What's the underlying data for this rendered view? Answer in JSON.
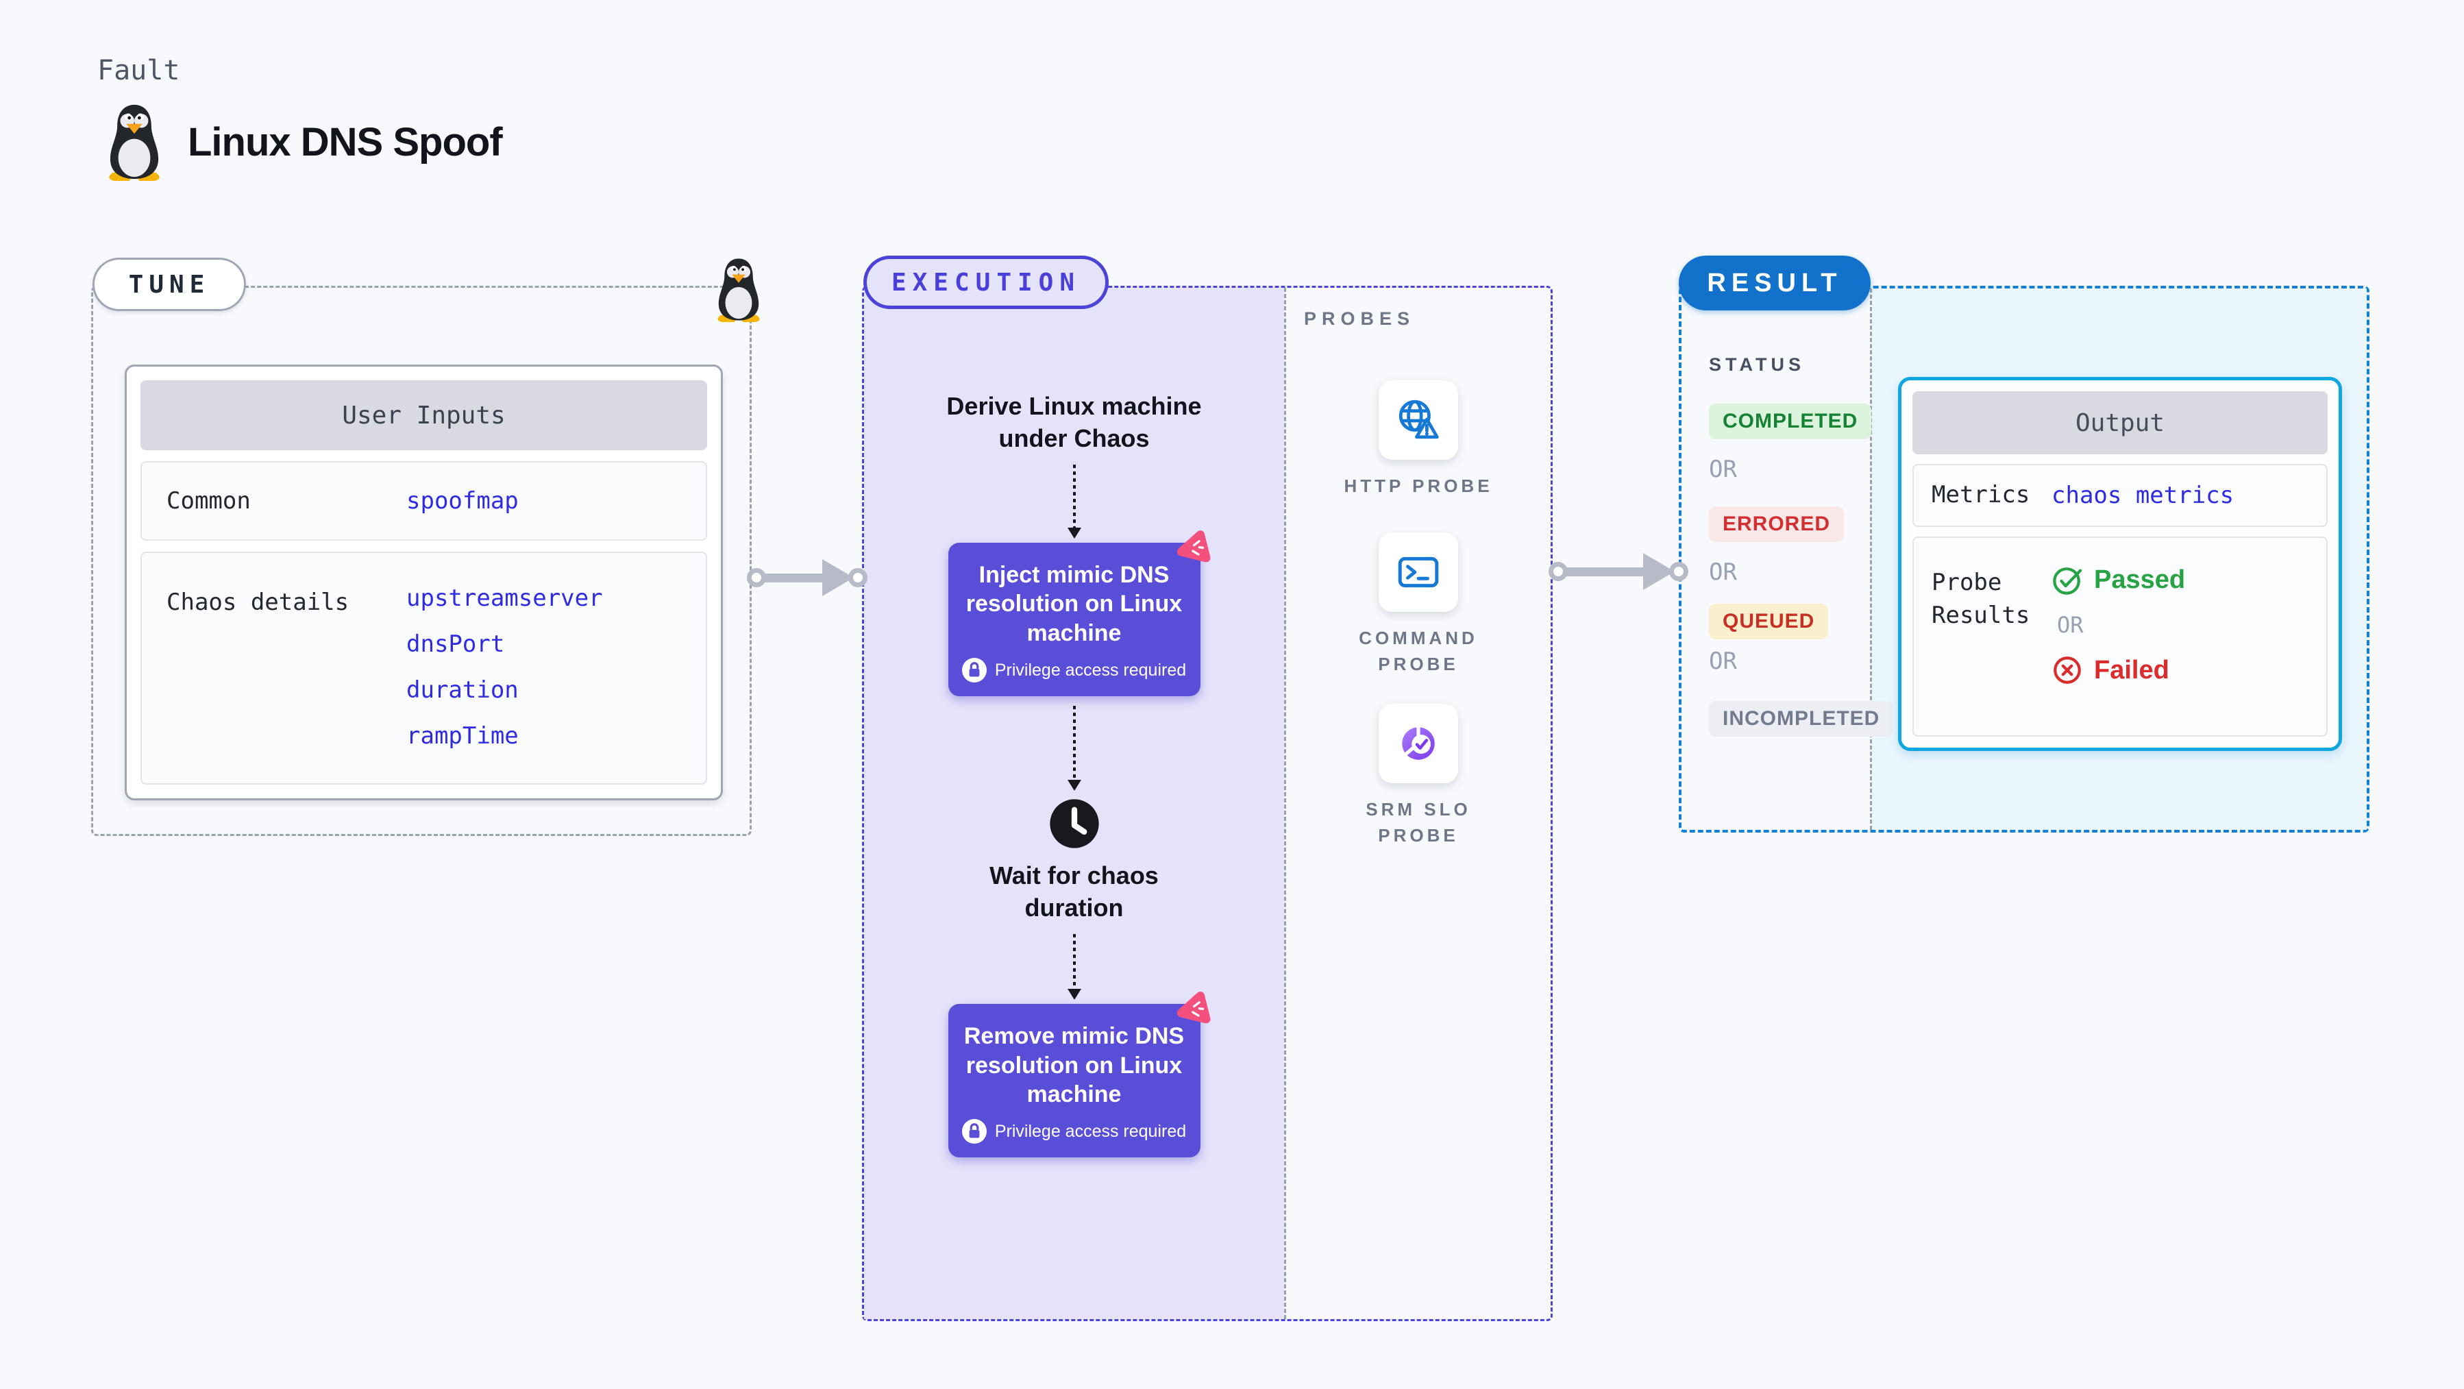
{
  "header": {
    "kicker": "Fault",
    "title": "Linux DNS Spoof"
  },
  "tune": {
    "badge": "TUNE",
    "card_title": "User Inputs",
    "rows": [
      {
        "label": "Common",
        "values": [
          "spoofmap"
        ]
      },
      {
        "label": "Chaos details",
        "values": [
          "upstreamserver",
          "dnsPort",
          "duration",
          "rampTime"
        ]
      }
    ]
  },
  "execution": {
    "badge": "EXECUTION",
    "steps": {
      "derive": "Derive Linux machine under Chaos",
      "inject": "Inject mimic DNS resolution on Linux machine",
      "privilege": "Privilege access required",
      "wait": "Wait for chaos duration",
      "remove": "Remove mimic DNS resolution on Linux machine"
    }
  },
  "probes": {
    "title": "PROBES",
    "items": [
      {
        "label": "HTTP PROBE",
        "icon": "globe-alert-icon"
      },
      {
        "label": "COMMAND PROBE",
        "icon": "terminal-icon"
      },
      {
        "label": "SRM SLO PROBE",
        "icon": "slo-donut-icon"
      }
    ]
  },
  "result": {
    "badge": "RESULT",
    "status_title": "STATUS",
    "or": "OR",
    "statuses": [
      {
        "label": "COMPLETED",
        "text_color": "#168233",
        "bg_color": "#DCF3DE"
      },
      {
        "label": "ERRORED",
        "text_color": "#D23030",
        "bg_color": "#FAE7E7"
      },
      {
        "label": "QUEUED",
        "text_color": "#C63126",
        "bg_color": "#FBF0CD"
      },
      {
        "label": "INCOMPLETED",
        "text_color": "#737C8E",
        "bg_color": "#ECEEF4"
      }
    ],
    "output": {
      "title": "Output",
      "metrics_label": "Metrics",
      "metrics_value": "chaos metrics",
      "probe_label": "Probe Results",
      "passed": "Passed",
      "or": "OR",
      "failed": "Failed"
    }
  },
  "colors": {
    "page_bg": "#F7F9FC",
    "accent_indigo": "#4C43D8",
    "purple_box": "#5A4ED9",
    "lavender": "#E5E3FA",
    "code_blue": "#2E2BE2",
    "probe_blue": "#1779D6",
    "result_blue": "#1272CB",
    "result_border": "#1380D7",
    "cyan_border": "#10A6E0",
    "cyan_bg": "#E9F6FD",
    "pink": "#F3507E",
    "arrow_gray": "#B7BBC7",
    "passed_green": "#27A344",
    "failed_red": "#DA2C2C",
    "border_gray": "#9AA1AE"
  }
}
